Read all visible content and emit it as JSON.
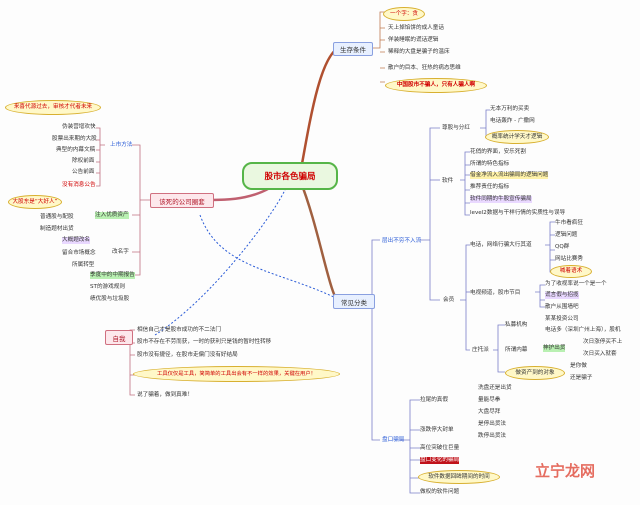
{
  "center": {
    "label": "股市各色骗局"
  },
  "branches": {
    "survival": {
      "label": "生存条件",
      "items": [
        "一个字：贪",
        "天上掉馅饼的成人童话",
        "佯装睡眠的谎话逻辑",
        "稀释的大盘是骗子的温床",
        "散户的目本、狂热的病态思维"
      ],
      "note": "中国股市不骗人，只有人骗人啊"
    },
    "common": {
      "label": "常见分类",
      "sub_scam": "层出不穷不入流",
      "software": {
        "label": "软件",
        "items": [
          "花俏的界面，安乐死割",
          "所谓的特色指标",
          "借金净流入流出骗局的逻辑问题",
          "推荐责任的指标",
          "软件同期的牛股宣传骗局",
          "level2数据与干样行情的实质性与误导"
        ],
        "sub_label": "尊股与分红",
        "sub_items": [
          "无本万利的买卖",
          "电话轰炸 - 广撒网"
        ],
        "sub_note": "概率统计学天才逻辑"
      },
      "meeting": {
        "label": "会员",
        "sub_phone": "电话，网络行骗大行其道",
        "phone_items": [
          "牛市看疯狂",
          "逻辑问题",
          "QQ群",
          "网站比赛秀",
          "喊着语术"
        ],
        "tv": "电视频道，股市节目",
        "tv_items": [
          "为了收视率说一个是一个",
          "谎言假与招揽",
          "散户从围墙吧"
        ],
        "agent": "庄托派",
        "private": "私募机构",
        "private_items": [
          "某某投资公司",
          "电话多（深圳广州上海），股机"
        ],
        "fund": "所谓内幕",
        "fund_sub": "神护出货",
        "fund_items": [
          "次日涨停买不上",
          "次日买入就套",
          "是你做",
          "还是骗子"
        ],
        "fund_note": "做资产到的对象"
      },
      "market": {
        "label": "盘口骗局",
        "items": [
          "拉尾的真假",
          "涨跌停大封单",
          "高位突破位巨量",
          "盘口变化的骗局",
          "软件数据回眸期间的时间",
          "做权的软件问题"
        ],
        "sub_items": [
          "洗盘还是出货",
          "量能尽拳",
          "大盘尽拜",
          "是停出货法",
          "跌停出货法"
        ]
      }
    },
    "dead": {
      "label": "该死的公司圈套",
      "listing": "上市方法",
      "listing_items": [
        "伪装营增欢快",
        "股票出来期的大股",
        "典型的内幕文稿",
        "除权前面",
        "公告前面",
        "没有消息公告"
      ],
      "listing_note": "来喜代源过去，审核才代者未来",
      "inject": "注入优质资产",
      "inject_items": [
        "大股东是“大好人”",
        "普通股与配股",
        "制造题材出货"
      ],
      "inject_note": "大股东是“大好人”",
      "rename": "改名字",
      "rename_items": [
        "大概题改名",
        "留合市场概念",
        "所属转型"
      ],
      "mid": "季度中的中期报告",
      "mid_items": [
        "ST的游戏规则",
        "绩优股与垃圾股"
      ]
    },
    "self": {
      "label": "自我",
      "items": [
        "相信自己才是股市成功的不二法门",
        "股市不存在不劳而获，一时的获利只是钱的暂时性转移",
        "股市没有捷径，在股市走偏门没有好结局",
        "说了骗着，做到真难！"
      ],
      "note": "工具仅仅是工具，简简单的工具出会有不一样的效果，关键在用户！"
    },
    "watermark": "立宁龙网"
  },
  "colors": {
    "center_border": "#56b548",
    "center_fill": "#eaf8e0",
    "accent_red": "#d00000",
    "oval": "#fff8c8"
  }
}
